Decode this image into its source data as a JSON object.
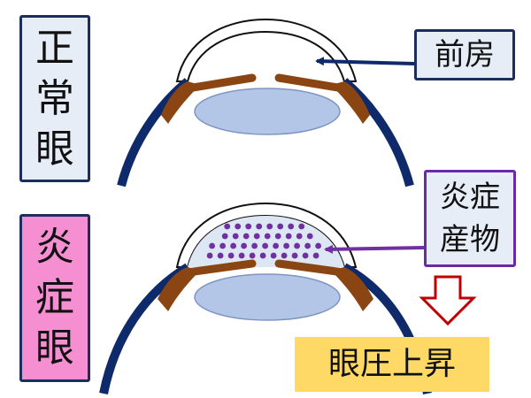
{
  "labels": {
    "normal_eye": [
      "正",
      "常",
      "眼"
    ],
    "inflamed_eye": [
      "炎",
      "症",
      "眼"
    ],
    "anterior_chamber": "前房",
    "inflammatory_products": [
      "炎症",
      "産物"
    ],
    "pressure_rise": "眼圧上昇"
  },
  "colors": {
    "sclera": "#0e2a6b",
    "iris": "#8b4513",
    "lens": "#b4c6e7",
    "cornea_fill": "#ffffff",
    "cornea_inflamed_fill": "#dde6f3",
    "particles": "#7030a0",
    "arrow_chamber": "#0e2a6b",
    "arrow_products": "#7030a0",
    "down_arrow_outline": "#c00000"
  }
}
